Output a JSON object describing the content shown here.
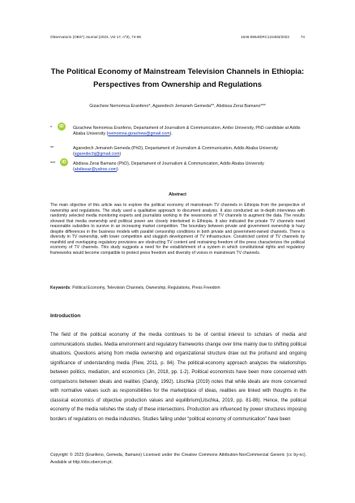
{
  "header": {
    "journal": "Observatorio (OBS*) Journal (2023, Vol 17, nº3), 74-96",
    "issn": "1646-5954/ERC123483/2023",
    "page_number": "74"
  },
  "title": "The Political Economy of  Mainstream Television Channels in Ethiopia: Perspectives from Ownership and Regulations",
  "authors_line": "Gizachew Nemomsa Eranfeno*, Agaredech Jemaneh Gemeda**, Abdissa Zerai Bamano***",
  "affiliations": [
    {
      "mark": "*",
      "text": "Gizachew Nemomsa Eranfeno, Departament of Journalism & Communication, Ambo University, PhD candidate at Addis Ababa University (",
      "email": "nemomsa.gizachew@gmail.com",
      "suffix": ")."
    },
    {
      "mark": "**",
      "text": "Agaredech Jemaneh Gemeda (PhD), Departament of Journalism & Communication,  Addis Ababa University (",
      "email": "agaredechj@gmail.com",
      "suffix": ")"
    },
    {
      "mark": "***",
      "text": "Abdissa Zerai Bamano (PhD),  Departament of Journalism & Communication,  Addis Ababa University (",
      "email": "abdissaz@yahoo.com",
      "suffix": ")"
    }
  ],
  "orcid_label": "iD",
  "abstract": {
    "heading": "Abstract",
    "body": "The main objective of this article was to explore the political economy of mainstream TV channels in Ethiopia from the perspective of ownership and regulations. The study used a qualitative approach to document analysis. It also conducted an in-depth interviews with randomly selected media monitoring experts and journalists working in the newsrooms of TV channels to augment the data. The results showed that media ownership and political power are closely intertwined in Ethiopia.  It also indicated the private TV channels need reasonable subsidies to survive in an increasing market competition.  The  boundary between private and government ownership is hazy despite differences in the business models with parallel censorship conditions in both private and government-owned channels. There is diversity in TV ownership, with lower competition and sluggish development of TV infrastructure. Constricted control of TV channels by manifold and overlapping regulatory provisions are obstructing TV content and restraining freedom of the press characterizes the political economy of TV channels. This study suggests a need for the establishment of a system in which constitutional rights and regulatory frameworks would become compatible to protect press freedom and diversity of voices in mainstream TV channels."
  },
  "keywords": {
    "label": "Keywords",
    "text": ": Political Economy, Television Channels, Ownership, Regulations, Press Freedom"
  },
  "introduction": {
    "heading": "Introduction",
    "body": "The field of the political economy of the media continues to be of central interest to scholars of media and communications studies. Media environment and regulatory frameworks change over time mainly due to shifting political situations. Questions arising from media ownership and organizational structure draw out the profound and ongoing significance of understanding media (Flew, 2011, p. 84). The political-economy approach analyzes the relationships between politics, mediation, and economics (Jin, 2018, pp. 1-2). Political economists have been more concerned with comparisons between ideals and realities (Gandy, 1992). Litschka (2019) notes that while ideals are more concerned with normative values such as responsibilities for the marketplace of ideas, realities are linked with thoughts in the classical economics of objective production values and equilibrium(Litschka, 2019, pp. 81-88).  Hence, the political economy of the media relishes the study of these intersections.  Production are influenced by power structures imposing borders of regulations on media industries. Studies falling under “political economy of communication” have been"
  },
  "footer": "Copyright © 2023 (Eranfeno, Gemeda, Bamano) Licensed under the Creative Commons Attribution-NonCommercial Generic (cc by-nc). Available at http://obs.obercom.pt.",
  "colors": {
    "orcid": "#a6ce39",
    "link": "#1a3cb0"
  }
}
